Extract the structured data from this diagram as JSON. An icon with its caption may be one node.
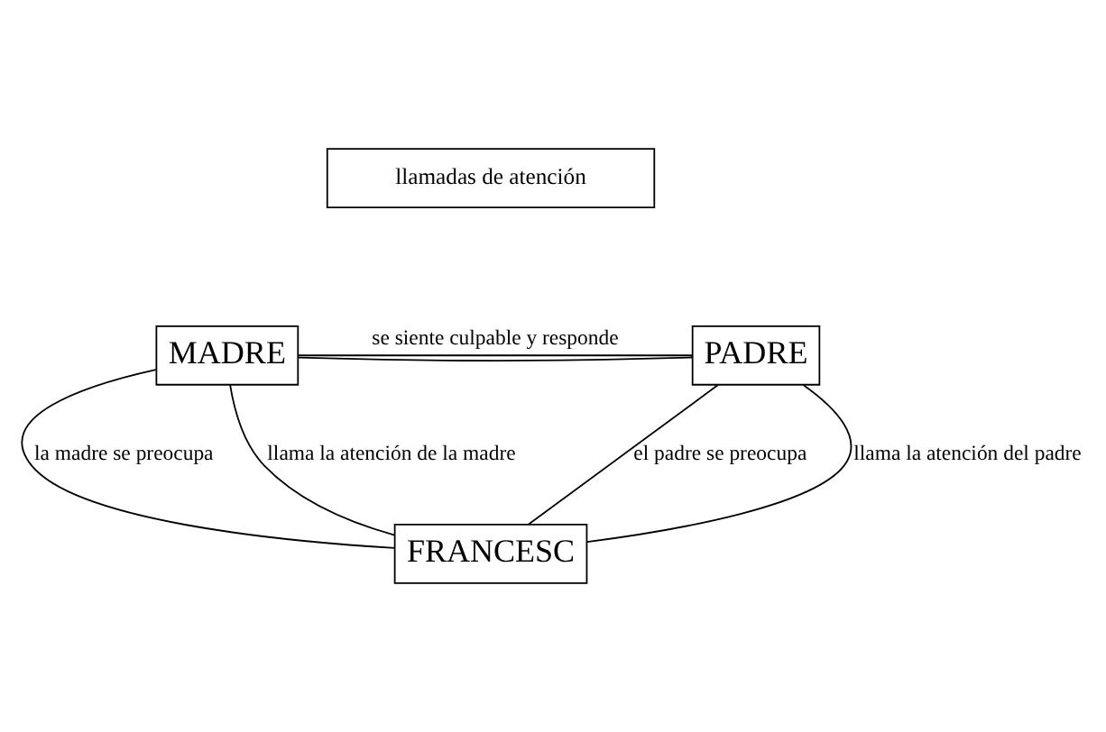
{
  "diagram": {
    "nodes": [
      {
        "text": [
          "llamadas de atención"
        ]
      },
      {
        "text": [
          "MADRE"
        ]
      },
      {
        "text": [
          "PADRE"
        ]
      },
      {
        "text": [
          "FRANCESC"
        ]
      }
    ],
    "edges": [
      {
        "from": 1,
        "to": 2,
        "arrow": "none"
      },
      {
        "from": 1,
        "to": 2,
        "arrow": "none",
        "label": "se siente culpable y responde"
      },
      {
        "from": 3,
        "to": 1,
        "arrow": "none",
        "label": "llama la atención de la madre"
      },
      {
        "from": 1,
        "to": 3,
        "arrow": "none",
        "label": "la madre se preocupa"
      },
      {
        "from": 2,
        "to": 3,
        "arrow": "none",
        "label": "el padre se preocupa"
      },
      {
        "from": 3,
        "to": 2,
        "arrow": "none",
        "label": "llama la atención del padre"
      }
    ]
  }
}
